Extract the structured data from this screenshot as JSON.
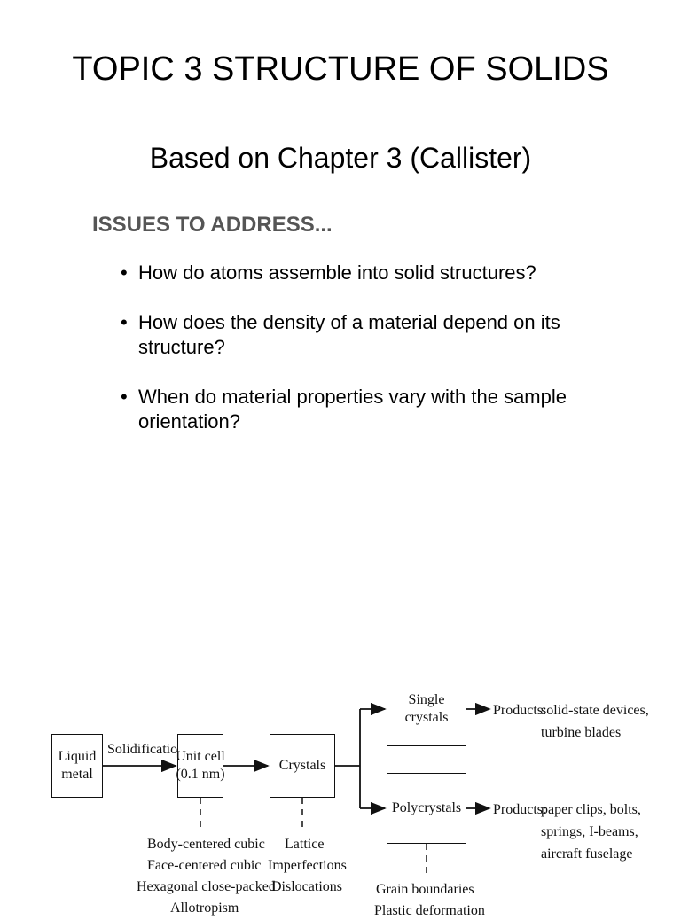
{
  "slide": {
    "title": "TOPIC 3  STRUCTURE OF SOLIDS",
    "subtitle": "Based on Chapter 3 (Callister)",
    "issues_heading": "ISSUES TO ADDRESS...",
    "bullets": [
      "How do atoms assemble into solid structures?",
      "How does the density of a material depend on its structure?",
      "When do material properties vary with the sample orientation?"
    ]
  },
  "diagram": {
    "liquid_metal": "Liquid metal",
    "solidification": "Solidification",
    "unit_cell": "Unit cell (0.1 nm)",
    "crystals": "Crystals",
    "single_crystals": "Single crystals",
    "polycrystals": "Polycrystals",
    "products_label_1": "Products:",
    "products_1_line1": "solid-state devices,",
    "products_1_line2": "turbine blades",
    "products_label_2": "Products:",
    "products_2_line1": "paper clips, bolts,",
    "products_2_line2": "springs, I-beams,",
    "products_2_line3": "aircraft fuselage",
    "unit_cell_types": [
      "Body-centered cubic",
      "Face-centered cubic",
      "Hexagonal close-packed",
      "Allotropism"
    ],
    "crystal_details": [
      "Lattice",
      "Imperfections",
      "Dislocations"
    ],
    "poly_details": [
      "Grain boundaries",
      "Plastic deformation"
    ]
  }
}
